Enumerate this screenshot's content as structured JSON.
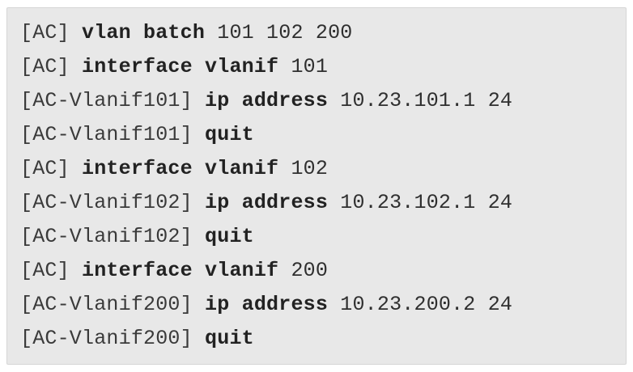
{
  "terminal": {
    "lines": [
      {
        "prompt": "[AC]",
        "command": "vlan batch",
        "args": "101 102 200"
      },
      {
        "prompt": "[AC]",
        "command": "interface vlanif",
        "args": "101"
      },
      {
        "prompt": "[AC-Vlanif101]",
        "command": "ip address",
        "args": "10.23.101.1 24"
      },
      {
        "prompt": "[AC-Vlanif101]",
        "command": "quit",
        "args": ""
      },
      {
        "prompt": "[AC]",
        "command": "interface vlanif",
        "args": "102"
      },
      {
        "prompt": "[AC-Vlanif102]",
        "command": "ip address",
        "args": "10.23.102.1 24"
      },
      {
        "prompt": "[AC-Vlanif102]",
        "command": "quit",
        "args": ""
      },
      {
        "prompt": "[AC]",
        "command": "interface vlanif",
        "args": "200"
      },
      {
        "prompt": "[AC-Vlanif200]",
        "command": "ip address",
        "args": "10.23.200.2 24"
      },
      {
        "prompt": "[AC-Vlanif200]",
        "command": "quit",
        "args": ""
      }
    ]
  }
}
